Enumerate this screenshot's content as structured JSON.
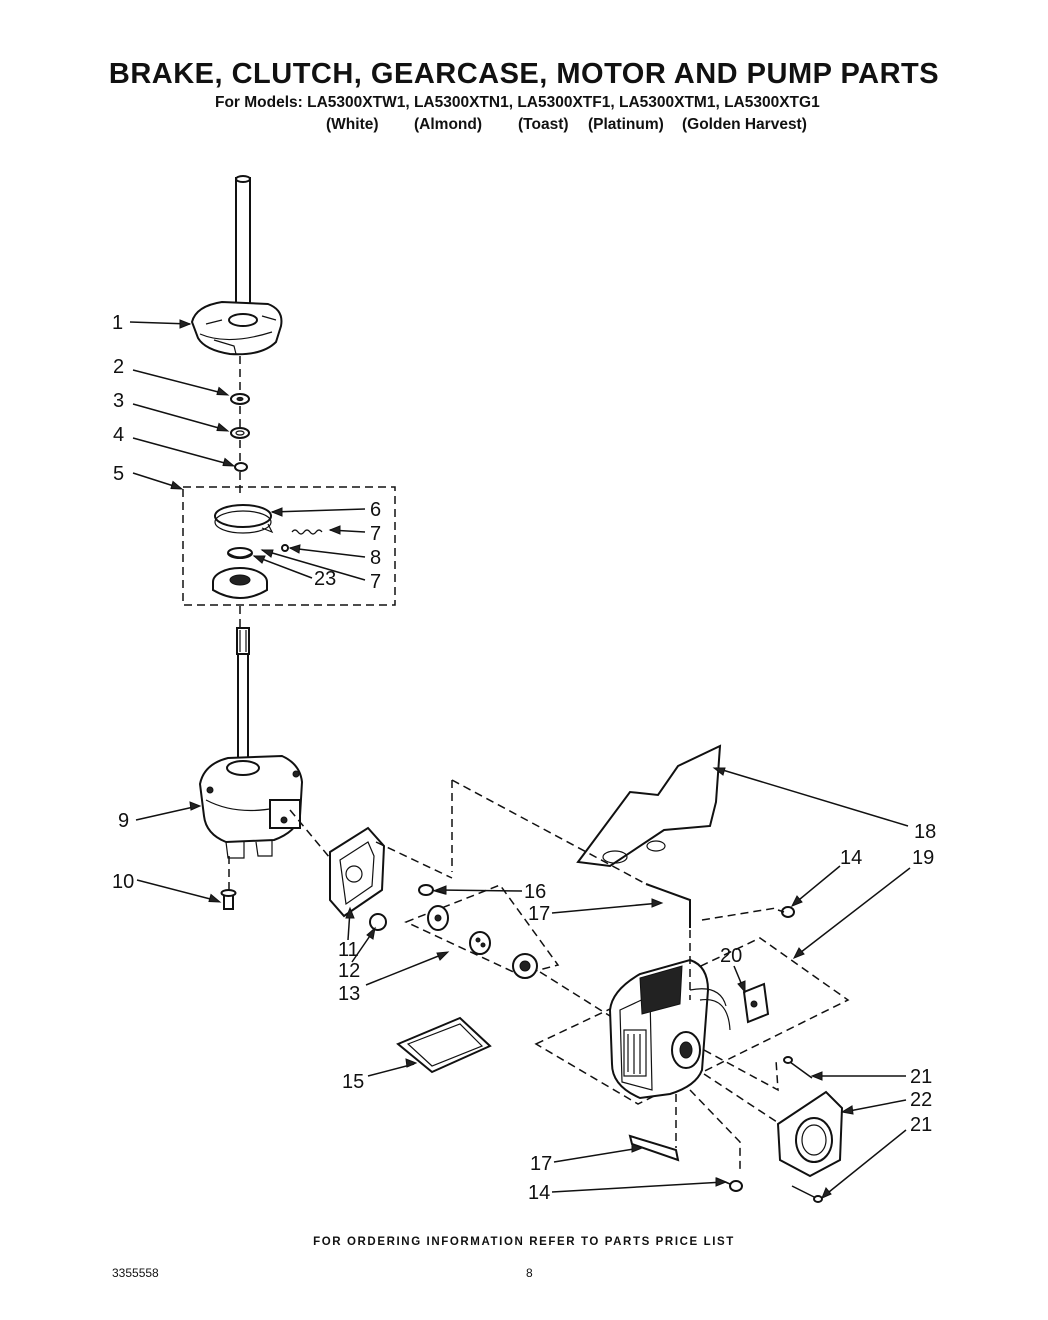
{
  "header": {
    "title": "BRAKE, CLUTCH, GEARCASE, MOTOR AND PUMP PARTS",
    "models_line": "For Models: LA5300XTW1, LA5300XTN1, LA5300XTF1, LA5300XTM1, LA5300XTG1",
    "colors": [
      "(White)",
      "(Almond)",
      "(Toast)",
      "(Platinum)",
      "(Golden Harvest)"
    ]
  },
  "callouts": {
    "c1": "1",
    "c2": "2",
    "c3": "3",
    "c4": "4",
    "c5": "5",
    "c6": "6",
    "c7a": "7",
    "c8": "8",
    "c23": "23",
    "c7b": "7",
    "c9": "9",
    "c10": "10",
    "c11": "11",
    "c12": "12",
    "c13": "13",
    "c14a": "14",
    "c15": "15",
    "c16": "16",
    "c17a": "17",
    "c18": "18",
    "c19": "19",
    "c20": "20",
    "c21a": "21",
    "c22": "22",
    "c21b": "21",
    "c17b": "17",
    "c14b": "14"
  },
  "footer": {
    "ordering_note": "FOR ORDERING INFORMATION REFER TO PARTS PRICE LIST",
    "document_number": "3355558",
    "page_number": "8"
  }
}
